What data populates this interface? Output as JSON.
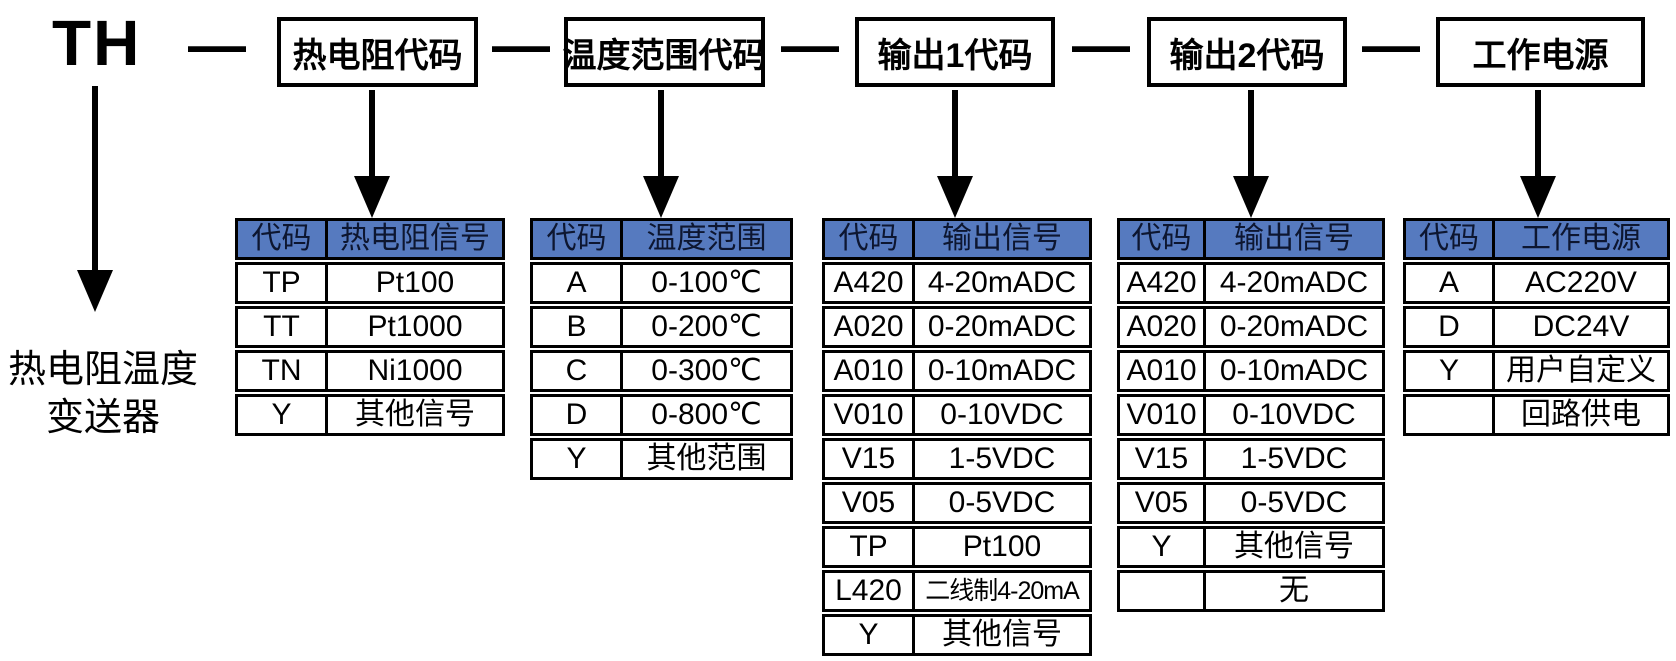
{
  "diagram": {
    "prefix": "TH",
    "separator": "—",
    "product_label_line1": "热电阻温度",
    "product_label_line2": "变送器",
    "colors": {
      "table_header_bg": "#567abf",
      "border": "#000000",
      "background": "#ffffff"
    },
    "top_boxes": [
      {
        "label": "热电阻代码"
      },
      {
        "label": "温度范围代码"
      },
      {
        "label": "输出1代码"
      },
      {
        "label": "输出2代码"
      },
      {
        "label": "工作电源"
      }
    ],
    "tables": [
      {
        "title": "热电阻代码表",
        "headers": [
          "代码",
          "热电阻信号"
        ],
        "rows": [
          [
            "TP",
            "Pt100"
          ],
          [
            "TT",
            "Pt1000"
          ],
          [
            "TN",
            "Ni1000"
          ],
          [
            "Y",
            "其他信号"
          ]
        ]
      },
      {
        "title": "温度范围代码表",
        "headers": [
          "代码",
          "温度范围"
        ],
        "rows": [
          [
            "A",
            "0-100℃"
          ],
          [
            "B",
            "0-200℃"
          ],
          [
            "C",
            "0-300℃"
          ],
          [
            "D",
            "0-800℃"
          ],
          [
            "Y",
            "其他范围"
          ]
        ]
      },
      {
        "title": "输出1代码表",
        "headers": [
          "代码",
          "输出信号"
        ],
        "rows": [
          [
            "A420",
            "4-20mADC"
          ],
          [
            "A020",
            "0-20mADC"
          ],
          [
            "A010",
            "0-10mADC"
          ],
          [
            "V010",
            "0-10VDC"
          ],
          [
            "V15",
            "1-5VDC"
          ],
          [
            "V05",
            "0-5VDC"
          ],
          [
            "TP",
            "Pt100"
          ],
          [
            "L420",
            "二线制4-20mA"
          ],
          [
            "Y",
            "其他信号"
          ]
        ]
      },
      {
        "title": "输出2代码表",
        "headers": [
          "代码",
          "输出信号"
        ],
        "rows": [
          [
            "A420",
            "4-20mADC"
          ],
          [
            "A020",
            "0-20mADC"
          ],
          [
            "A010",
            "0-10mADC"
          ],
          [
            "V010",
            "0-10VDC"
          ],
          [
            "V15",
            "1-5VDC"
          ],
          [
            "V05",
            "0-5VDC"
          ],
          [
            "Y",
            "其他信号"
          ],
          [
            "",
            "无"
          ]
        ]
      },
      {
        "title": "工作电源表",
        "headers": [
          "代码",
          "工作电源"
        ],
        "rows": [
          [
            "A",
            "AC220V"
          ],
          [
            "D",
            "DC24V"
          ],
          [
            "Y",
            "用户自定义"
          ],
          [
            "",
            "回路供电"
          ]
        ]
      }
    ]
  }
}
